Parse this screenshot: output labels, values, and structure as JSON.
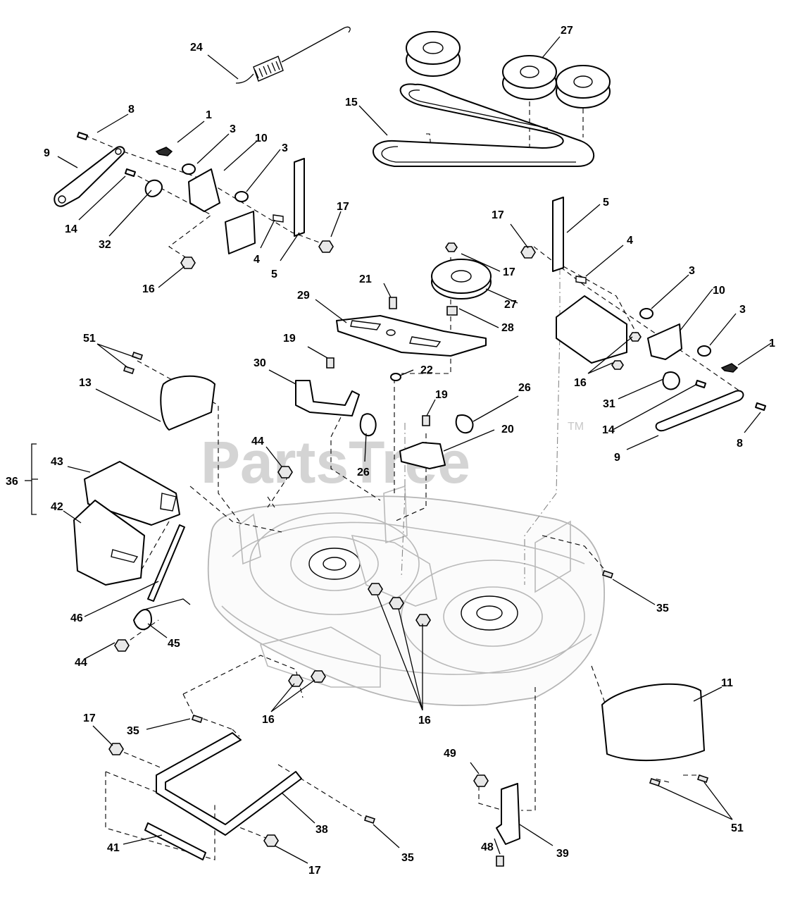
{
  "watermark": {
    "text": "PartsTree",
    "tm": "TM"
  },
  "callouts": {
    "c24": "24",
    "c27a": "27",
    "c15": "15",
    "c8a": "8",
    "c1a": "1",
    "c3a": "3",
    "c10a": "10",
    "c3b": "3",
    "c9a": "9",
    "c14a": "14",
    "c32": "32",
    "c17a": "17",
    "c4a": "4",
    "c5a": "5",
    "c16a": "16",
    "c17b": "17",
    "c5b": "5",
    "c4b": "4",
    "c17c": "17",
    "c21": "21",
    "c27b": "27",
    "c29": "29",
    "c28": "28",
    "c3c": "3",
    "c10b": "10",
    "c3d": "3",
    "c1b": "1",
    "c16b": "16",
    "c31": "31",
    "c14b": "14",
    "c8b": "8",
    "c9b": "9",
    "c19a": "19",
    "c22": "22",
    "c30": "30",
    "c26a": "26",
    "c19b": "19",
    "c26b": "26",
    "c20": "20",
    "c51a": "51",
    "c13": "13",
    "c44a": "44",
    "c36": "36",
    "c43": "43",
    "c42": "42",
    "c46": "46",
    "c45": "45",
    "c44b": "44",
    "c35a": "35",
    "c16c": "16",
    "c16d": "16",
    "c11": "11",
    "c17d": "17",
    "c35b": "35",
    "c49": "49",
    "c38": "38",
    "c41": "41",
    "c17e": "17",
    "c35c": "35",
    "c48": "48",
    "c39": "39",
    "c51b": "51"
  }
}
